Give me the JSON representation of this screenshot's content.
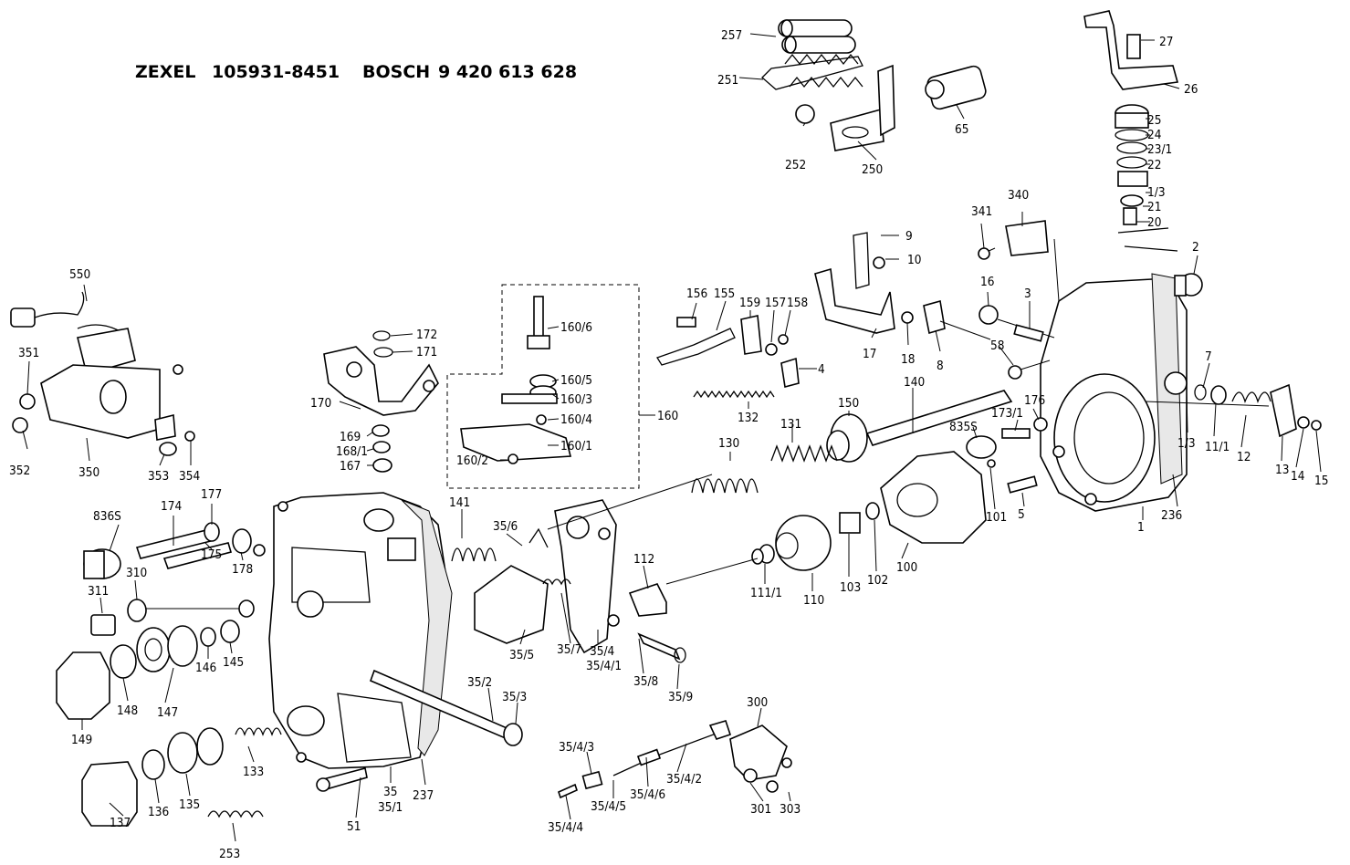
{
  "title": {
    "brand1": "ZEXEL",
    "code1": "105931-8451",
    "brand2": "BOSCH",
    "code2": "9 420 613 628"
  },
  "labels": [
    "257",
    "251",
    "252",
    "250",
    "65",
    "27",
    "26",
    "25",
    "24",
    "23/1",
    "22",
    "1/3",
    "21",
    "20",
    "340",
    "341",
    "2",
    "9",
    "10",
    "16",
    "3",
    "17",
    "18",
    "8",
    "58",
    "156",
    "155",
    "159",
    "157",
    "158",
    "4",
    "132",
    "550",
    "351",
    "352",
    "350",
    "353",
    "354",
    "172",
    "171",
    "170",
    "169",
    "168/1",
    "167",
    "160/6",
    "160/5",
    "160/3",
    "160/4",
    "160",
    "160/1",
    "160/2",
    "150",
    "140",
    "131",
    "130",
    "176",
    "173/1",
    "835S",
    "7",
    "1/3",
    "11/1",
    "12",
    "13",
    "14",
    "15",
    "236",
    "1",
    "101",
    "5",
    "836S",
    "174",
    "177",
    "175",
    "178",
    "310",
    "311",
    "141",
    "35/6",
    "112",
    "100",
    "102",
    "103",
    "110",
    "111/1",
    "35/5",
    "35/7",
    "35/4",
    "35/4/1",
    "35/8",
    "35/9",
    "146",
    "145",
    "147",
    "148",
    "149",
    "35/2",
    "35/3",
    "300",
    "35/4/3",
    "35/4/2",
    "35/4/6",
    "35/4/5",
    "35/4/4",
    "301",
    "303",
    "133",
    "136",
    "135",
    "137",
    "51",
    "35",
    "35/1",
    "237",
    "253"
  ]
}
